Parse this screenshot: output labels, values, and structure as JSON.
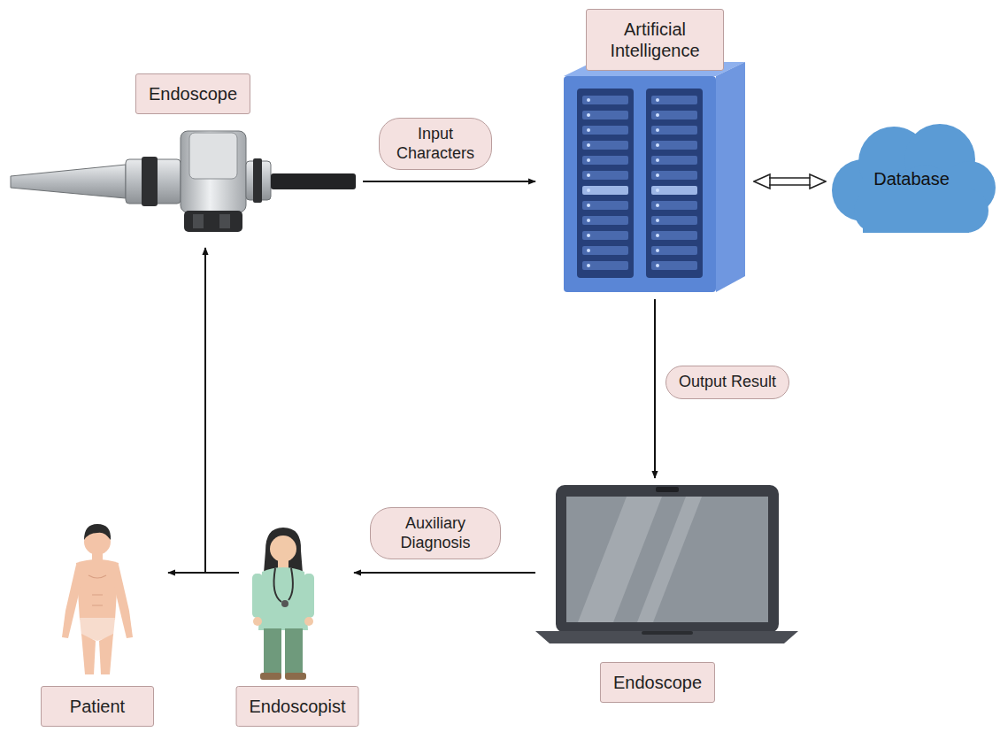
{
  "diagram": {
    "nodes": [
      {
        "text": [
          "Endoscope"
        ]
      },
      {
        "text": [
          "Artificial Intelligence"
        ]
      },
      {
        "text": [
          "Database"
        ]
      },
      {
        "text": [
          "Endoscope"
        ]
      },
      {
        "text": [
          "Endoscopist"
        ]
      },
      {
        "text": [
          "Patient"
        ]
      }
    ],
    "edges": [
      {
        "from": 0,
        "to": 1,
        "arrow": "to",
        "label": "Input Characters"
      },
      {
        "from": 1,
        "to": 2,
        "arrow": "both"
      },
      {
        "from": 1,
        "to": 3,
        "arrow": "to",
        "label": "Output Result"
      },
      {
        "from": 3,
        "to": 4,
        "arrow": "to",
        "label": "Auxiliary Diagnosis"
      },
      {
        "from": 4,
        "to": 5,
        "arrow": "to"
      },
      {
        "from": 4,
        "to": 0,
        "arrow": "to"
      }
    ]
  }
}
